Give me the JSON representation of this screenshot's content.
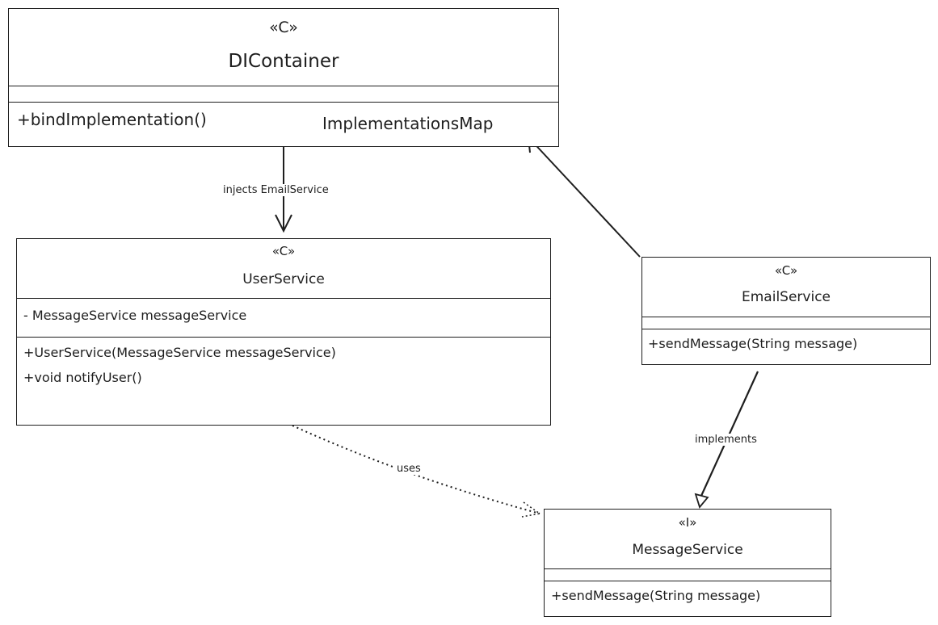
{
  "diagram": {
    "classes": {
      "di_container": {
        "stereotype": "«C»",
        "name": "DIContainer",
        "methods": [
          "+bindImplementation()"
        ],
        "fields_right": "ImplementationsMap"
      },
      "user_service": {
        "stereotype": "«C»",
        "name": "UserService",
        "attributes": [
          "- MessageService messageService"
        ],
        "methods": [
          "+UserService(MessageService messageService)",
          "+void notifyUser()"
        ]
      },
      "email_service": {
        "stereotype": "«C»",
        "name": "EmailService",
        "methods": [
          "+sendMessage(String message)"
        ]
      },
      "message_service": {
        "stereotype": "«I»",
        "name": "MessageService",
        "methods": [
          "+sendMessage(String message)"
        ]
      }
    },
    "relations": {
      "injects": "injects EmailService",
      "uses": "uses",
      "implements": "implements"
    }
  }
}
